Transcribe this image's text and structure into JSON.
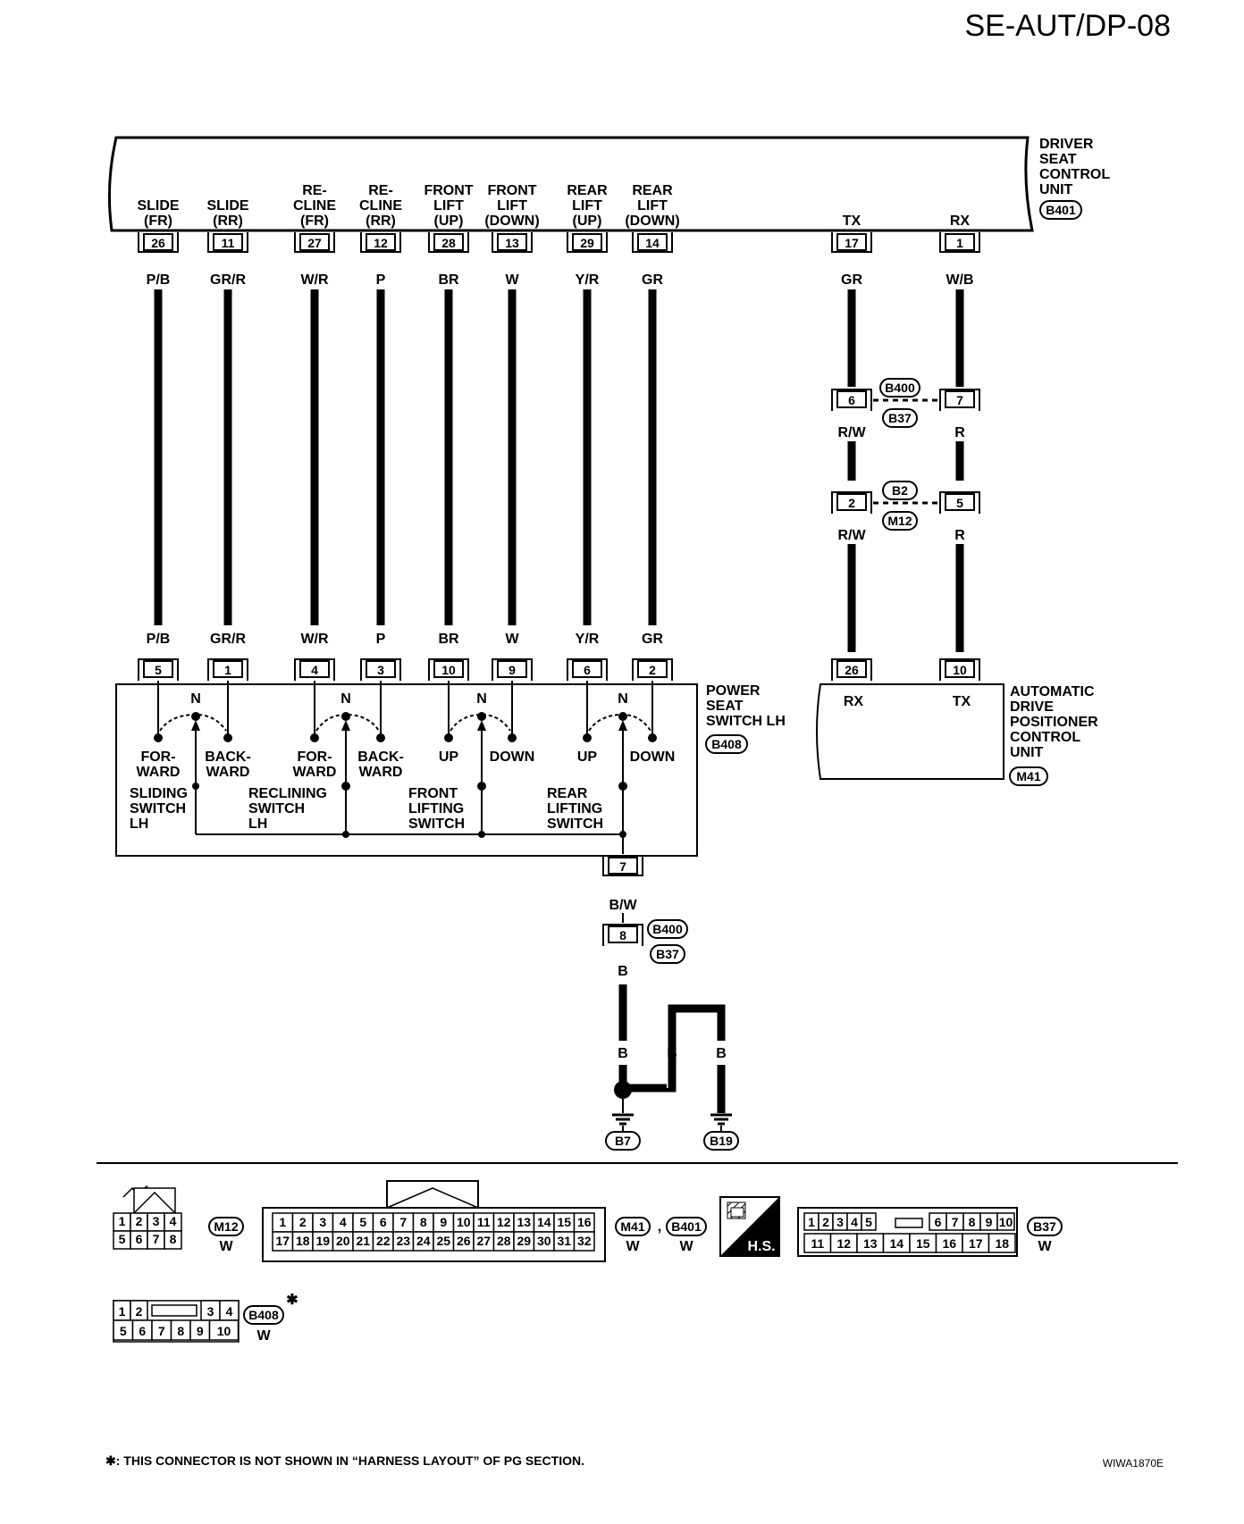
{
  "page_code": "SE-AUT/DP-08",
  "figure_id": "WIWA1870E",
  "footnote": "✱: THIS CONNECTOR IS NOT SHOWN IN “HARNESS LAYOUT” OF PG SECTION.",
  "dscu": {
    "name": [
      "DRIVER",
      "SEAT",
      "CONTROL",
      "UNIT"
    ],
    "connector": "B401",
    "pins": [
      {
        "label": [
          "SLIDE",
          "(FR)"
        ],
        "pin": "26",
        "wire": "P/B"
      },
      {
        "label": [
          "SLIDE",
          "(RR)"
        ],
        "pin": "11",
        "wire": "GR/R"
      },
      {
        "label": [
          "RE-",
          "CLINE",
          "(FR)"
        ],
        "pin": "27",
        "wire": "W/R"
      },
      {
        "label": [
          "RE-",
          "CLINE",
          "(RR)"
        ],
        "pin": "12",
        "wire": "P"
      },
      {
        "label": [
          "FRONT",
          "LIFT",
          "(UP)"
        ],
        "pin": "28",
        "wire": "BR"
      },
      {
        "label": [
          "FRONT",
          "LIFT",
          "(DOWN)"
        ],
        "pin": "13",
        "wire": "W"
      },
      {
        "label": [
          "REAR",
          "LIFT",
          "(UP)"
        ],
        "pin": "29",
        "wire": "Y/R"
      },
      {
        "label": [
          "REAR",
          "LIFT",
          "(DOWN)"
        ],
        "pin": "14",
        "wire": "GR"
      },
      {
        "label": [
          "TX"
        ],
        "pin": "17",
        "wire": "GR"
      },
      {
        "label": [
          "RX"
        ],
        "pin": "1",
        "wire": "W/B"
      }
    ]
  },
  "seat_switch": {
    "name": [
      "POWER",
      "SEAT",
      "SWITCH LH"
    ],
    "connector": "B408",
    "pins": [
      {
        "pin": "5",
        "wire": "P/B"
      },
      {
        "pin": "1",
        "wire": "GR/R"
      },
      {
        "pin": "4",
        "wire": "W/R"
      },
      {
        "pin": "3",
        "wire": "P"
      },
      {
        "pin": "10",
        "wire": "BR"
      },
      {
        "pin": "9",
        "wire": "W"
      },
      {
        "pin": "6",
        "wire": "Y/R"
      },
      {
        "pin": "2",
        "wire": "GR"
      }
    ],
    "neutral": "N",
    "switches": [
      {
        "a": [
          "FOR-",
          "WARD"
        ],
        "b": [
          "BACK-",
          "WARD"
        ],
        "name": [
          "SLIDING",
          "SWITCH",
          "LH"
        ]
      },
      {
        "a": [
          "FOR-",
          "WARD"
        ],
        "b": [
          "BACK-",
          "WARD"
        ],
        "name": [
          "RECLINING",
          "SWITCH",
          "LH"
        ]
      },
      {
        "a": [
          "UP"
        ],
        "b": [
          "DOWN"
        ],
        "name": [
          "FRONT",
          "LIFTING",
          "SWITCH"
        ]
      },
      {
        "a": [
          "UP"
        ],
        "b": [
          "DOWN"
        ],
        "name": [
          "REAR",
          "LIFTING",
          "SWITCH"
        ]
      }
    ],
    "ground_pin": "7",
    "ground_wire": "B/W"
  },
  "adp": {
    "name": [
      "AUTOMATIC",
      "DRIVE",
      "POSITIONER",
      "CONTROL",
      "UNIT"
    ],
    "connector": "M41",
    "pins": [
      {
        "label": "RX",
        "pin": "26"
      },
      {
        "label": "TX",
        "pin": "10"
      }
    ]
  },
  "comm_joints": [
    {
      "connectors": [
        "B400",
        "B37"
      ],
      "pins": [
        "6",
        "7"
      ],
      "wires_out": [
        "R/W",
        "R"
      ]
    },
    {
      "connectors": [
        "B2",
        "M12"
      ],
      "pins": [
        "2",
        "5"
      ],
      "wires_out": [
        "R/W",
        "R"
      ]
    }
  ],
  "ground_joint": {
    "connectors": [
      "B400",
      "B37"
    ],
    "pin": "8",
    "wire": "B"
  },
  "grounds": [
    {
      "name": "B7",
      "wire": "B"
    },
    {
      "name": "B19",
      "wire": "B"
    }
  ],
  "ground_branch_wires": [
    "B",
    "B"
  ],
  "connector_faces": {
    "m12": {
      "rows": [
        [
          "1",
          "2",
          "3",
          "4"
        ],
        [
          "5",
          "6",
          "7",
          "8"
        ]
      ],
      "ids": [
        "M12"
      ],
      "color": "W"
    },
    "m41_b401": {
      "rows": [
        [
          "1",
          "2",
          "3",
          "4",
          "5",
          "6",
          "7",
          "8",
          "9",
          "10",
          "11",
          "12",
          "13",
          "14",
          "15",
          "16"
        ],
        [
          "17",
          "18",
          "19",
          "20",
          "21",
          "22",
          "23",
          "24",
          "25",
          "26",
          "27",
          "28",
          "29",
          "30",
          "31",
          "32"
        ]
      ],
      "ids": [
        "M41",
        "B401"
      ],
      "colors": [
        "W",
        "W"
      ]
    },
    "hs_label": "H.S.",
    "b37": {
      "rows": [
        [
          "1",
          "2",
          "3",
          "4",
          "5",
          "6",
          "7",
          "8",
          "9",
          "10"
        ],
        [
          "11",
          "12",
          "13",
          "14",
          "15",
          "16",
          "17",
          "18"
        ]
      ],
      "ids": [
        "B37"
      ],
      "color": "W"
    },
    "b408": {
      "rows": [
        [
          "1",
          "2",
          "3",
          "4"
        ],
        [
          "5",
          "6",
          "7",
          "8",
          "9",
          "10"
        ]
      ],
      "ids": [
        "B408"
      ],
      "color": "W",
      "mark": "✱"
    }
  }
}
